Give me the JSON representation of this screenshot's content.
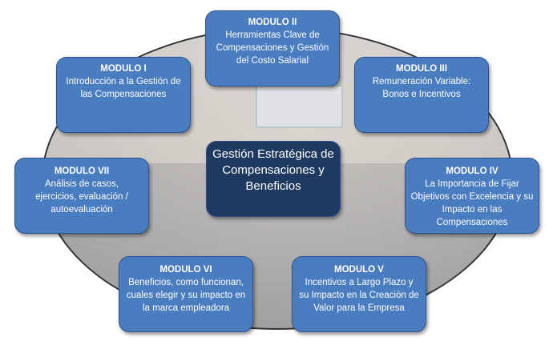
{
  "center": {
    "title": "Gestión Estratégica de Compensaciones y Beneficios"
  },
  "modules": [
    {
      "title": "MODULO I",
      "desc": "Introducción a la Gestión de las Compensaciones"
    },
    {
      "title": "MODULO II",
      "desc": "Herramientas Clave de Compensaciones y Gestión del Costo Salarial"
    },
    {
      "title": "MODULO III",
      "desc": "Remuneración Variable: Bonos e Incentivos"
    },
    {
      "title": "MODULO IV",
      "desc": "La Importancia de Fijar Objetivos con Excelencia y su Impacto en las Compensaciones"
    },
    {
      "title": "MODULO V",
      "desc": "Incentivos a Largo Plazo y su Impacto en la Creación de Valor para la Empresa"
    },
    {
      "title": "MODULO VI",
      "desc": "Beneficios, como funcionan, cuales elegir y su impacto en la marca empleadora"
    },
    {
      "title": "MODULO VII",
      "desc": "Análisis de casos, ejercicios, evaluación / autoevaluación"
    }
  ],
  "colors": {
    "box": "#4a7cc0",
    "center": "#1f3a60",
    "border": "#2f528f"
  }
}
